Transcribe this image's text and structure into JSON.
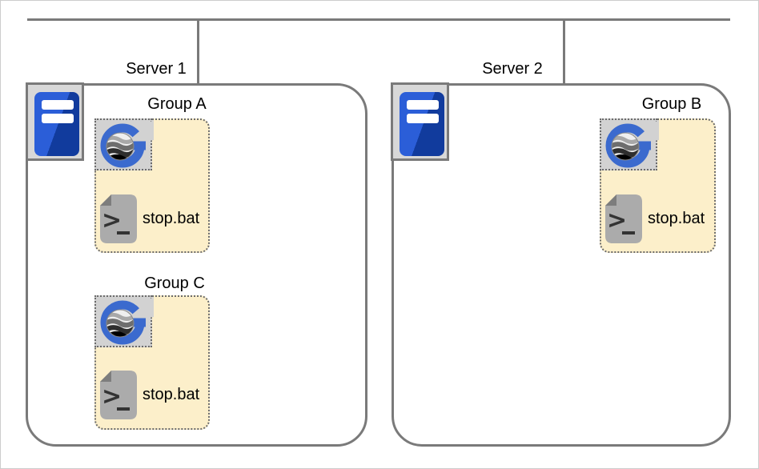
{
  "servers": [
    {
      "label": "Server 1",
      "groups": [
        {
          "label": "Group A",
          "file": "stop.bat"
        },
        {
          "label": "Group C",
          "file": "stop.bat"
        }
      ]
    },
    {
      "label": "Server 2",
      "groups": [
        {
          "label": "Group B",
          "file": "stop.bat"
        }
      ]
    }
  ],
  "icons": {
    "server": "server-tower-icon",
    "group_app": "globe-g-logo-icon",
    "batch_file": "batch-terminal-file-icon"
  },
  "colors": {
    "line_gray": "#7a7a7a",
    "group_fill": "#fcefca",
    "icon_box_gray": "#d2d2d2",
    "server_gray": "#d8d8d8",
    "server_blue_light": "#2b5ed8",
    "server_blue_dark": "#113b9d",
    "logo_blue": "#3b6ace",
    "doc_gray": "#ababab",
    "doc_fold_gray": "#7d7d7d",
    "text": "#000000"
  }
}
